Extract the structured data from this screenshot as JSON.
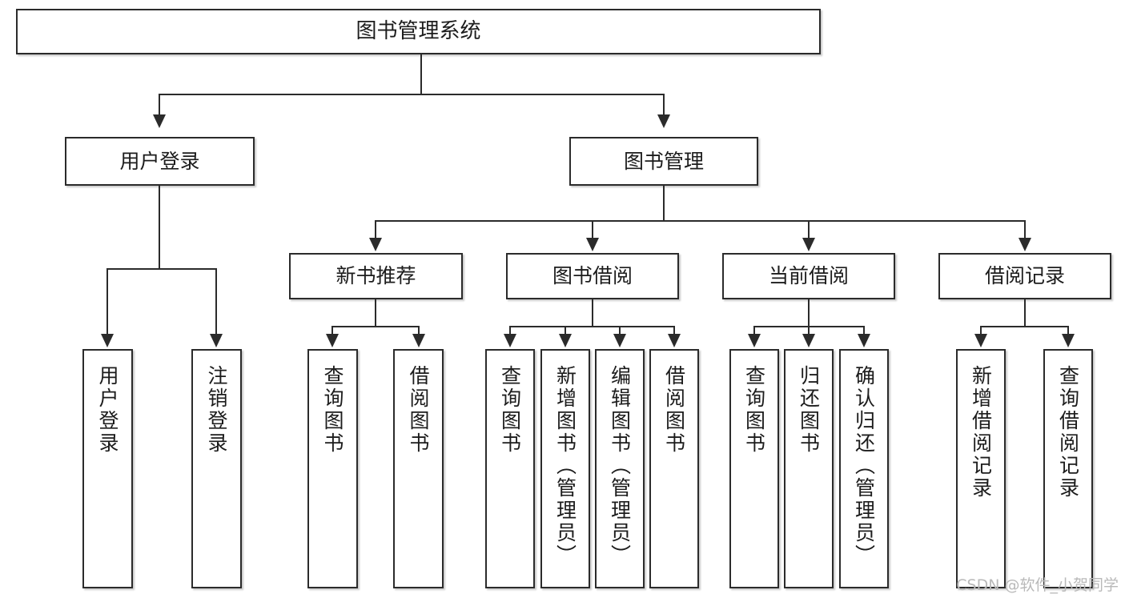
{
  "diagram": {
    "type": "tree-hierarchy",
    "title": "图书管理系统",
    "watermark": "CSDN @软件_小贺同学",
    "levels": [
      {
        "level": 1,
        "nodes": [
          {
            "id": "root",
            "label": "图书管理系统",
            "orientation": "horizontal"
          }
        ]
      },
      {
        "level": 2,
        "nodes": [
          {
            "id": "user-login",
            "label": "用户登录",
            "orientation": "horizontal",
            "parent": "root"
          },
          {
            "id": "book-manage",
            "label": "图书管理",
            "orientation": "horizontal",
            "parent": "root"
          }
        ]
      },
      {
        "level": 3,
        "nodes": [
          {
            "id": "new-book-rec",
            "label": "新书推荐",
            "orientation": "horizontal",
            "parent": "book-manage"
          },
          {
            "id": "book-borrow",
            "label": "图书借阅",
            "orientation": "horizontal",
            "parent": "book-manage"
          },
          {
            "id": "current-borrow",
            "label": "当前借阅",
            "orientation": "horizontal",
            "parent": "book-manage"
          },
          {
            "id": "borrow-record",
            "label": "借阅记录",
            "orientation": "horizontal",
            "parent": "book-manage"
          }
        ]
      },
      {
        "level": 4,
        "nodes": [
          {
            "id": "leaf-user-login",
            "label": "用户登录",
            "orientation": "vertical",
            "parent": "user-login"
          },
          {
            "id": "leaf-user-logout",
            "label": "注销登录",
            "orientation": "vertical",
            "parent": "user-login"
          },
          {
            "id": "leaf-query-book-1",
            "label": "查询图书",
            "orientation": "vertical",
            "parent": "new-book-rec"
          },
          {
            "id": "leaf-borrow-book-1",
            "label": "借阅图书",
            "orientation": "vertical",
            "parent": "new-book-rec"
          },
          {
            "id": "leaf-query-book-2",
            "label": "查询图书",
            "orientation": "vertical",
            "parent": "book-borrow"
          },
          {
            "id": "leaf-add-book",
            "label": "新增图书（管理员）",
            "orientation": "vertical",
            "parent": "book-borrow"
          },
          {
            "id": "leaf-edit-book",
            "label": "编辑图书（管理员）",
            "orientation": "vertical",
            "parent": "book-borrow"
          },
          {
            "id": "leaf-borrow-book-2",
            "label": "借阅图书",
            "orientation": "vertical",
            "parent": "book-borrow"
          },
          {
            "id": "leaf-query-book-3",
            "label": "查询图书",
            "orientation": "vertical",
            "parent": "current-borrow"
          },
          {
            "id": "leaf-return-book",
            "label": "归还图书",
            "orientation": "vertical",
            "parent": "current-borrow"
          },
          {
            "id": "leaf-confirm-return",
            "label": "确认归还（管理员）",
            "orientation": "vertical",
            "parent": "current-borrow"
          },
          {
            "id": "leaf-add-record",
            "label": "新增借阅记录",
            "orientation": "vertical",
            "parent": "borrow-record"
          },
          {
            "id": "leaf-query-record",
            "label": "查询借阅记录",
            "orientation": "vertical",
            "parent": "borrow-record"
          }
        ]
      }
    ],
    "colors": {
      "stroke": "#2b2b2b",
      "fill": "#ffffff",
      "text": "#1c1c1c",
      "watermark": "#b9b9b9"
    }
  }
}
